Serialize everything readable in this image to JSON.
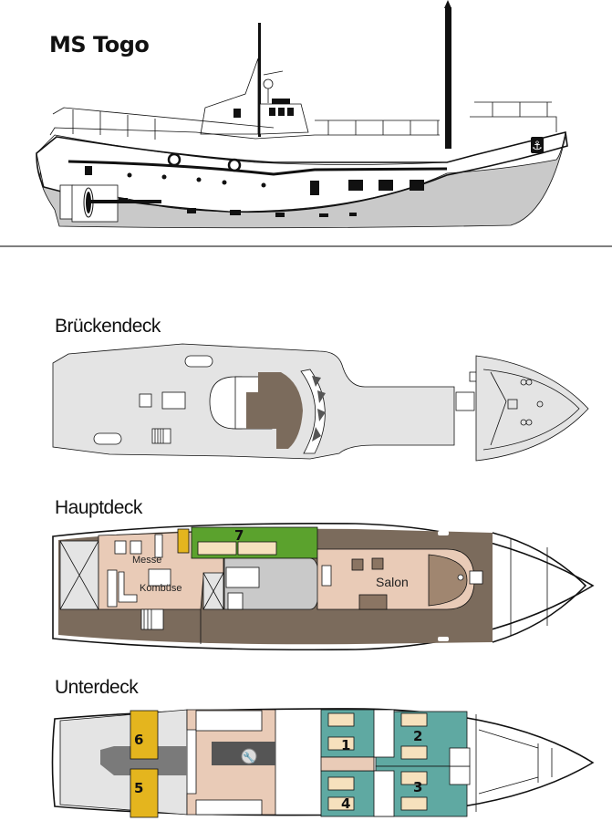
{
  "title": "MS Togo",
  "colors": {
    "hull": "#c9c9c9",
    "deck_grey": "#e4e4e4",
    "deck_brown": "#7b6b5c",
    "salon": "#e9cbb7",
    "cabin_green": "#5ba22d",
    "cabin_teal": "#5fa9a2",
    "cabin_yellow": "#e4b51e",
    "bed": "#f6e1bd"
  },
  "decks": {
    "bridge": {
      "label": "Brückendeck"
    },
    "main": {
      "label": "Hauptdeck",
      "rooms": {
        "messe": "Messe",
        "kombuese": "Kombüse",
        "salon": "Salon",
        "cabin_7": "7"
      }
    },
    "lower": {
      "label": "Unterdeck",
      "cabins": [
        "1",
        "2",
        "3",
        "4",
        "5",
        "6"
      ]
    }
  },
  "icons": [
    "anchor-icon",
    "wrench-icon",
    "propeller-icon"
  ]
}
